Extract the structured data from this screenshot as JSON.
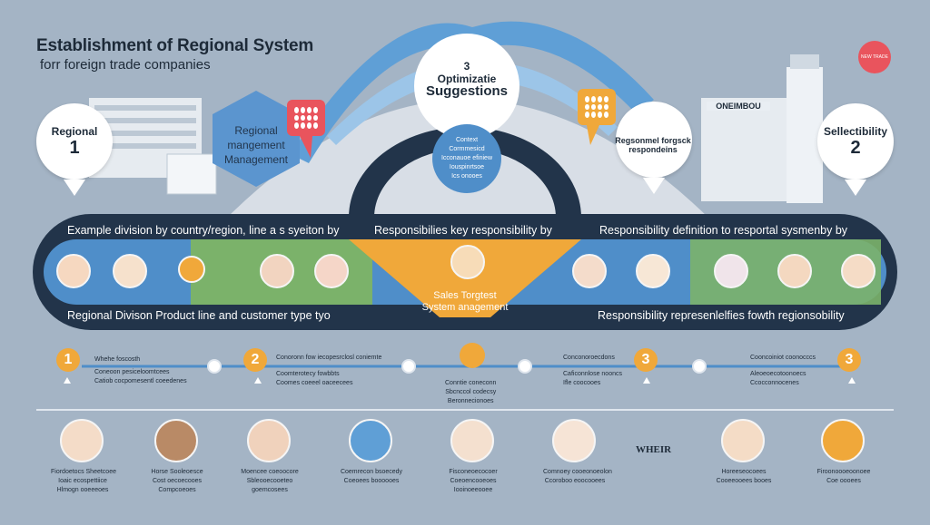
{
  "header": {
    "title": "Establishment of Regional System",
    "subtitle": "forr foreign trade companies"
  },
  "pins": {
    "left": {
      "label": "Regional",
      "number": "1"
    },
    "right": {
      "label": "Sellectibility",
      "number": "2"
    }
  },
  "hexagon": {
    "line1": "Regional",
    "line2": "mangement",
    "line3": "Management"
  },
  "center": {
    "number": "3",
    "line1": "Optimizatie",
    "line2": "Suggestions",
    "bubble_lines": [
      "Context",
      "Cormmesicd",
      "Icconauoe efiniew",
      "Iouspinrtsoe",
      "Ics onooes"
    ]
  },
  "right_label": {
    "line1": "Regsonmel forgsck",
    "line2": "respondeins"
  },
  "building_sign": "ONEIMBOU",
  "badge_text": "NEW TRADE",
  "band": {
    "head_left": "Example division by country/region, line a s syeiton by",
    "head_mid": "Responsibilies key responsibility by",
    "head_right": "Responsibility definition to resportal sysmenby by",
    "foot_left": "Regional Divison Product line and customer type tyo",
    "foot_right": "Responsibility represenlelfies fowth regionsobility",
    "mid_line1": "Sales Torgtest",
    "mid_line2": "System anagement"
  },
  "timeline": {
    "markers": [
      "1",
      "2",
      "3",
      "3"
    ],
    "texts": [
      [
        "Whehe foscosth",
        "Coneoon pesiceloomtcees",
        "Catiob cocpomesentl coeedenes"
      ],
      [
        "Conoronn fow iecopesrclosl coniemte",
        "Coomterotecy fowbbts",
        "Coomes coeeel oaceecees"
      ],
      [
        "Conntie coneconn",
        "Sbcnccol codecsy",
        "Beronnecionoes"
      ],
      [
        "Conconoroecdons",
        "Caficonnlose nooncs",
        "Ifle coocooes"
      ],
      [
        "Cooncoiniot coonocccs",
        "Aleoeoecotoonoecs",
        "Ccocconnocenes"
      ]
    ]
  },
  "people": {
    "caption": "WHEIR",
    "texts": [
      [
        "Fiordoetocs Sheetcoee",
        "Ioaic ecospettiice",
        "Hlmogn ooeeeoes"
      ],
      [
        "Horse Sooleoesce",
        "Cost oecoecooes",
        "Compcoeoes"
      ],
      [
        "Moencee coeoocore",
        "Sbleooecooeteo",
        "goemcosees"
      ],
      [
        "Coemrecon bsoecedy",
        "Coeoees boooooes"
      ],
      [
        "Fisconeoecocoer",
        "Coeoencooeoes",
        "Iooinoeeooee"
      ],
      [
        "Comnoey cooeonoeolon",
        "Ccoroboo eoocooees"
      ],
      [
        "Horeeseocoees",
        "Cooeeooees booes"
      ],
      [
        "Firoonoooeoonoee",
        "Coe oooees"
      ]
    ]
  },
  "colors": {
    "background": "#9fb0c2",
    "navy": "#22344a",
    "blue": "#4f8ec9",
    "green": "#7bb26a",
    "orange": "#f0a83a",
    "red": "#e9545d"
  }
}
